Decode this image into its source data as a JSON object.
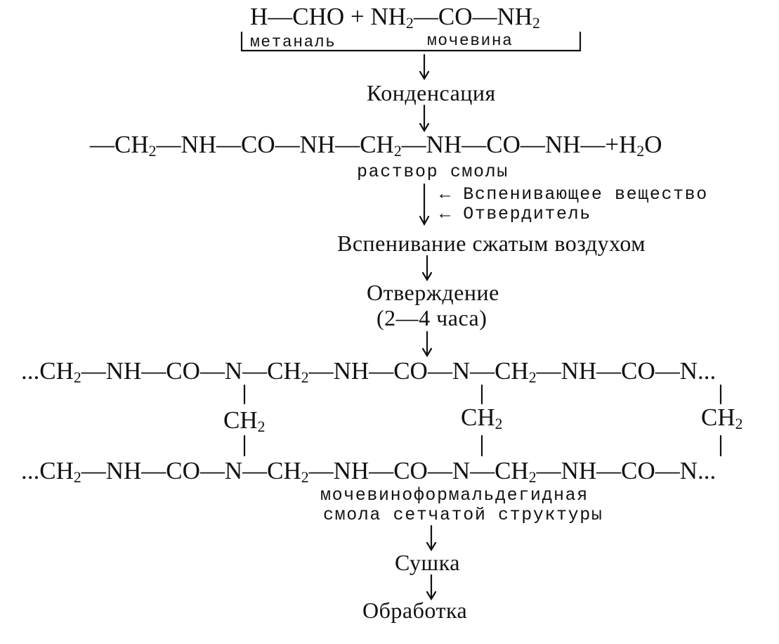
{
  "reactants": {
    "formaldehyde": "H—CHO",
    "plus": "+",
    "urea": {
      "nh": "NH",
      "sub": "2",
      "co": "—CO—NH",
      "sub2": "2"
    },
    "label_formaldehyde": "метаналь",
    "label_urea": "мочевина"
  },
  "steps": {
    "condensation": "Конденсация",
    "foaming": "Вспенивание сжатым воздухом",
    "curing": "Отверждение",
    "curing_time": "(2—4 часа)",
    "drying": "Сушка",
    "processing": "Обработка"
  },
  "resin_chain": {
    "start": "—CH",
    "mid1": "—NH—CO—NH—CH",
    "mid2": "—NH—CO—NH—",
    "water": "+H",
    "water_tail": "O",
    "sub": "2",
    "label": "раствор смолы"
  },
  "additives": [
    {
      "arrow": "←",
      "label": "Вспенивающее вещество"
    },
    {
      "arrow": "←",
      "label": "Отвердитель"
    }
  ],
  "network": {
    "row1": {
      "a": "...CH",
      "b": "—NH—CO—N—CH",
      "c": "—NH—CO—N—CH",
      "d": "—NH—CO—N...",
      "sub": "2"
    },
    "row2": {
      "a": "...CH",
      "b": "—NH—CO—N—CH",
      "c": "—NH—CO—N—CH",
      "d": "—NH—CO—N...",
      "sub": "2"
    },
    "bridge": "CH",
    "bridge_sub": "2",
    "label_line1": "мочевиноформальдегидная",
    "label_line2": "смола сетчатой структуры"
  }
}
